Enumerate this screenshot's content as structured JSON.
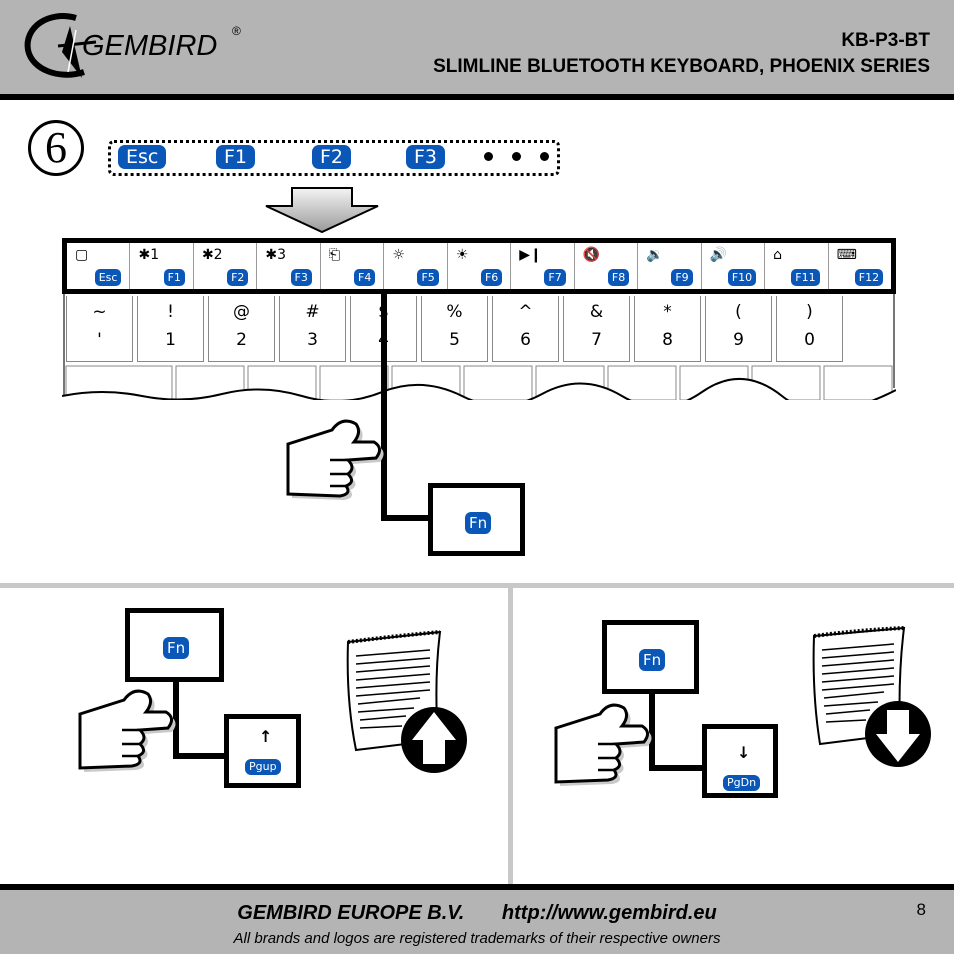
{
  "header": {
    "brand": "GEMBIRD",
    "registered": "®",
    "model": "KB-P3-BT",
    "product": "SLIMLINE BLUETOOTH KEYBOARD, PHOENIX SERIES"
  },
  "step": {
    "number": "6"
  },
  "strip_keys": [
    "Esc",
    "F1",
    "F2",
    "F3"
  ],
  "fn_row": [
    {
      "symbol": "▢",
      "label": "Esc"
    },
    {
      "symbol": "✱1",
      "label": "F1"
    },
    {
      "symbol": "✱2",
      "label": "F2"
    },
    {
      "symbol": "✱3",
      "label": "F3"
    },
    {
      "symbol": "⎗",
      "label": "F4"
    },
    {
      "symbol": "☼",
      "label": "F5"
    },
    {
      "symbol": "☀",
      "label": "F6"
    },
    {
      "symbol": "▶❙",
      "label": "F7"
    },
    {
      "symbol": "🔇",
      "label": "F8"
    },
    {
      "symbol": "🔉",
      "label": "F9"
    },
    {
      "symbol": "🔊",
      "label": "F10"
    },
    {
      "symbol": "⌂",
      "label": "F11"
    },
    {
      "symbol": "⌨",
      "label": "F12"
    }
  ],
  "number_row": [
    {
      "top": "~",
      "bottom": "'"
    },
    {
      "top": "!",
      "bottom": "1"
    },
    {
      "top": "@",
      "bottom": "2"
    },
    {
      "top": "#",
      "bottom": "3"
    },
    {
      "top": "$",
      "bottom": "4"
    },
    {
      "top": "%",
      "bottom": "5"
    },
    {
      "top": "^",
      "bottom": "6"
    },
    {
      "top": "&",
      "bottom": "7"
    },
    {
      "top": "*",
      "bottom": "8"
    },
    {
      "top": "(",
      "bottom": "9"
    },
    {
      "top": ")",
      "bottom": "0"
    }
  ],
  "fn_key_label": "Fn",
  "left_panel": {
    "fn": "Fn",
    "arrow": "↑",
    "key": "Pgup"
  },
  "right_panel": {
    "fn": "Fn",
    "arrow": "↓",
    "key": "PgDn"
  },
  "footer": {
    "company": "GEMBIRD EUROPE B.V.",
    "url": "http://www.gembird.eu",
    "trademark": "All brands and logos are registered trademarks of their respective owners",
    "page": "8"
  }
}
